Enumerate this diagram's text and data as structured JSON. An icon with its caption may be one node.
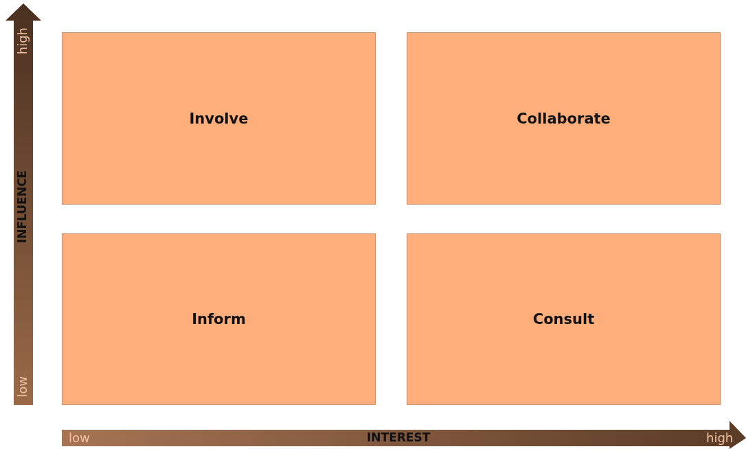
{
  "diagram": {
    "nodes": [
      {
        "text": [
          "Involve"
        ]
      },
      {
        "text": [
          "Collaborate"
        ]
      },
      {
        "text": [
          "Inform"
        ]
      },
      {
        "text": [
          "Consult"
        ]
      }
    ],
    "labels": [
      "high",
      "INFLUENCE",
      "low",
      "low",
      "INTEREST",
      "high"
    ]
  }
}
